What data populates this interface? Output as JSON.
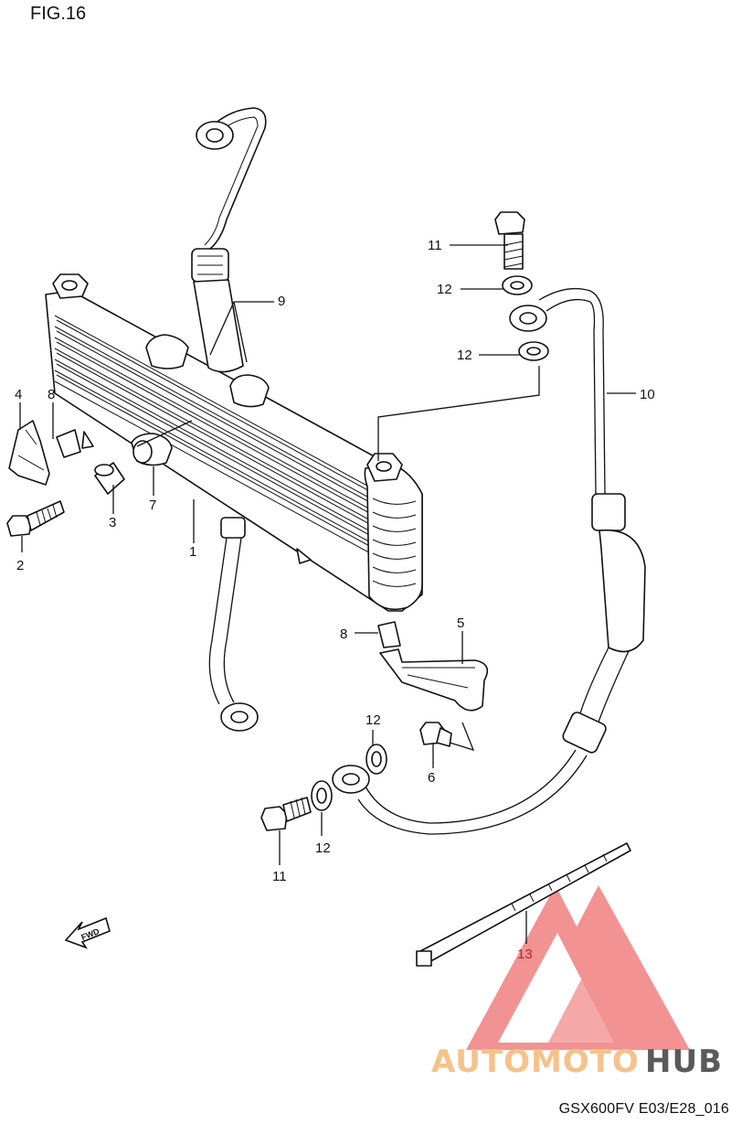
{
  "figure": {
    "title": "FIG.16",
    "footer_code": "GSX600FV E03/E28_016"
  },
  "callouts": {
    "c1": "1",
    "c2": "2",
    "c3": "3",
    "c4": "4",
    "c5": "5",
    "c6": "6",
    "c7": "7",
    "c8a": "8",
    "c8b": "8",
    "c9": "9",
    "c10": "10",
    "c11a": "11",
    "c11b": "11",
    "c12a": "12",
    "c12b": "12",
    "c12c": "12",
    "c12d": "12",
    "c13": "13"
  },
  "fwd_marker": "FWD",
  "watermark": {
    "text_part1": "AUTOMOTO",
    "text_part2": "HUB",
    "color_primary": "#f08080",
    "color_secondary": "#f5c28a",
    "color_dark": "#5a5a5a"
  }
}
